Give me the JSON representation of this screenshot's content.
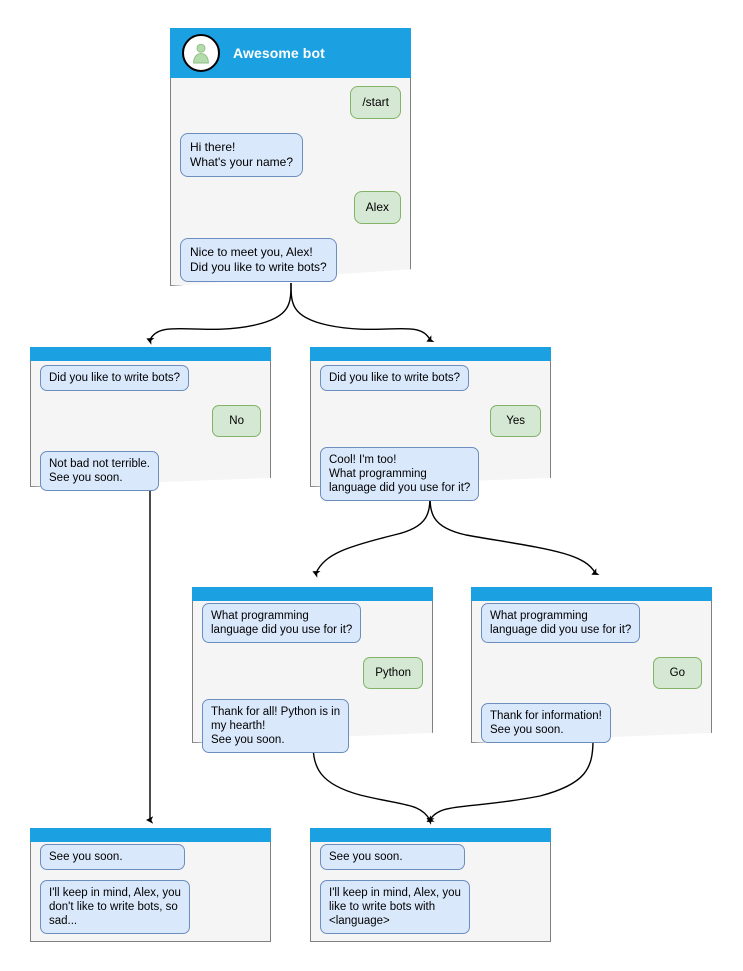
{
  "diagram": {
    "title": "Awesome bot conversation flow",
    "colors": {
      "header_blue": "#1ba1e2",
      "card_bg": "#f5f5f5",
      "card_border": "#808080",
      "bot_bubble_bg": "#dae8fc",
      "bot_bubble_border": "#6c8ebf",
      "user_bubble_bg": "#d5e8d4",
      "user_bubble_border": "#82b366",
      "connector": "#000000",
      "avatar_fill": "#a9d3a0"
    }
  },
  "cards": {
    "root": {
      "name": "awesome-bot-root",
      "header_title": "Awesome bot",
      "avatar_icon": "person-avatar-icon",
      "messages": [
        {
          "side": "user",
          "text": "/start"
        },
        {
          "side": "bot",
          "text": "Hi there!\nWhat's your name?"
        },
        {
          "side": "user",
          "text": "Alex"
        },
        {
          "side": "bot",
          "text": "Nice to meet you, Alex!\nDid you like to write bots?"
        }
      ]
    },
    "no_branch": {
      "name": "branch-no",
      "messages": [
        {
          "side": "bot",
          "text": "Did you like to write bots?"
        },
        {
          "side": "user",
          "text": "No"
        },
        {
          "side": "bot",
          "text": "Not bad not terrible.\nSee you soon."
        }
      ]
    },
    "yes_branch": {
      "name": "branch-yes",
      "messages": [
        {
          "side": "bot",
          "text": "Did you like to write bots?"
        },
        {
          "side": "user",
          "text": "Yes"
        },
        {
          "side": "bot",
          "text": "Cool! I'm too!\nWhat programming\nlanguage did you use for it?"
        }
      ]
    },
    "python_branch": {
      "name": "branch-python",
      "messages": [
        {
          "side": "bot",
          "text": "What programming\nlanguage did you use for it?"
        },
        {
          "side": "user",
          "text": "Python"
        },
        {
          "side": "bot",
          "text": "Thank for all! Python is in\nmy hearth!\nSee you soon."
        }
      ]
    },
    "go_branch": {
      "name": "branch-go",
      "messages": [
        {
          "side": "bot",
          "text": "What programming\nlanguage did you use for it?"
        },
        {
          "side": "user",
          "text": "Go"
        },
        {
          "side": "bot",
          "text": "Thank for information!\nSee you soon."
        }
      ]
    },
    "end_no": {
      "name": "end-no",
      "messages": [
        {
          "side": "bot",
          "text": "See you soon."
        },
        {
          "side": "bot",
          "text": "I'll keep in mind, Alex, you\ndon't like to write bots, so\nsad..."
        }
      ]
    },
    "end_yes": {
      "name": "end-yes",
      "messages": [
        {
          "side": "bot",
          "text": "See you soon."
        },
        {
          "side": "bot",
          "text": "I'll keep in mind, Alex, you\nlike to write bots with\n<language>"
        }
      ]
    }
  }
}
